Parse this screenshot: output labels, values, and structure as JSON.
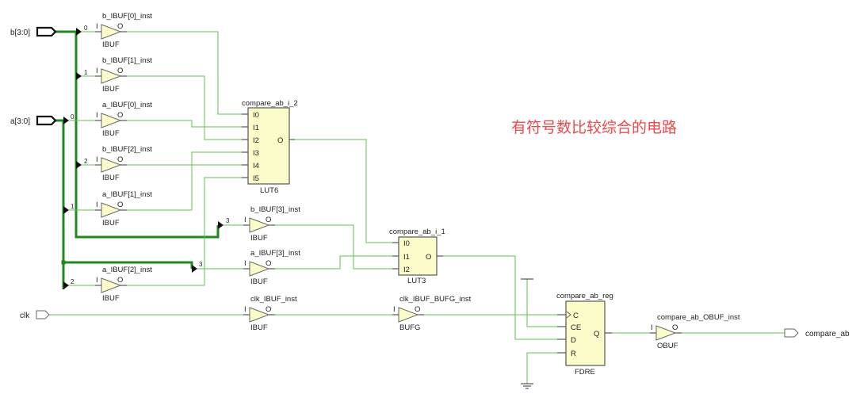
{
  "annotation": {
    "text": "有符号数比较综合的电路",
    "color": "#f0474a"
  },
  "colors": {
    "net": "#5fc04a",
    "bus": "#1f8a1f",
    "cell_fill": "#fcfccb"
  },
  "ports": {
    "b": "b[3:0]",
    "a": "a[3:0]",
    "clk": "clk",
    "out": "compare_ab"
  },
  "buffers": [
    {
      "id": "b0",
      "inst": "b_IBUF[0]_inst",
      "type": "IBUF",
      "in": "I",
      "out": "O",
      "bit": "0"
    },
    {
      "id": "b1",
      "inst": "b_IBUF[1]_inst",
      "type": "IBUF",
      "in": "I",
      "out": "O",
      "bit": "1"
    },
    {
      "id": "a0",
      "inst": "a_IBUF[0]_inst",
      "type": "IBUF",
      "in": "I",
      "out": "O",
      "bit": "0"
    },
    {
      "id": "b2",
      "inst": "b_IBUF[2]_inst",
      "type": "IBUF",
      "in": "I",
      "out": "O",
      "bit": "2"
    },
    {
      "id": "a1",
      "inst": "a_IBUF[1]_inst",
      "type": "IBUF",
      "in": "I",
      "out": "O",
      "bit": "1"
    },
    {
      "id": "b3",
      "inst": "b_IBUF[3]_inst",
      "type": "IBUF",
      "in": "I",
      "out": "O",
      "bit": "3"
    },
    {
      "id": "a3",
      "inst": "a_IBUF[3]_inst",
      "type": "IBUF",
      "in": "I",
      "out": "O",
      "bit": "3"
    },
    {
      "id": "a2",
      "inst": "a_IBUF[2]_inst",
      "type": "IBUF",
      "in": "I",
      "out": "O",
      "bit": "2"
    },
    {
      "id": "clk",
      "inst": "clk_IBUF_inst",
      "type": "IBUF",
      "in": "I",
      "out": "O"
    },
    {
      "id": "bufg",
      "inst": "clk_IBUF_BUFG_inst",
      "type": "BUFG",
      "in": "I",
      "out": "O"
    },
    {
      "id": "obuf",
      "inst": "compare_ab_OBUF_inst",
      "type": "OBUF",
      "in": "I",
      "out": "O"
    }
  ],
  "cells": {
    "lut6": {
      "inst": "compare_ab_i_2",
      "type": "LUT6",
      "inputs": [
        "I0",
        "I1",
        "I2",
        "I3",
        "I4",
        "I5"
      ],
      "output": "O"
    },
    "lut3": {
      "inst": "compare_ab_i_1",
      "type": "LUT3",
      "inputs": [
        "I0",
        "I1",
        "I2"
      ],
      "output": "O"
    },
    "fdre": {
      "inst": "compare_ab_reg",
      "type": "FDRE",
      "inputs": [
        "C",
        "CE",
        "D",
        "R"
      ],
      "output": "Q"
    }
  }
}
